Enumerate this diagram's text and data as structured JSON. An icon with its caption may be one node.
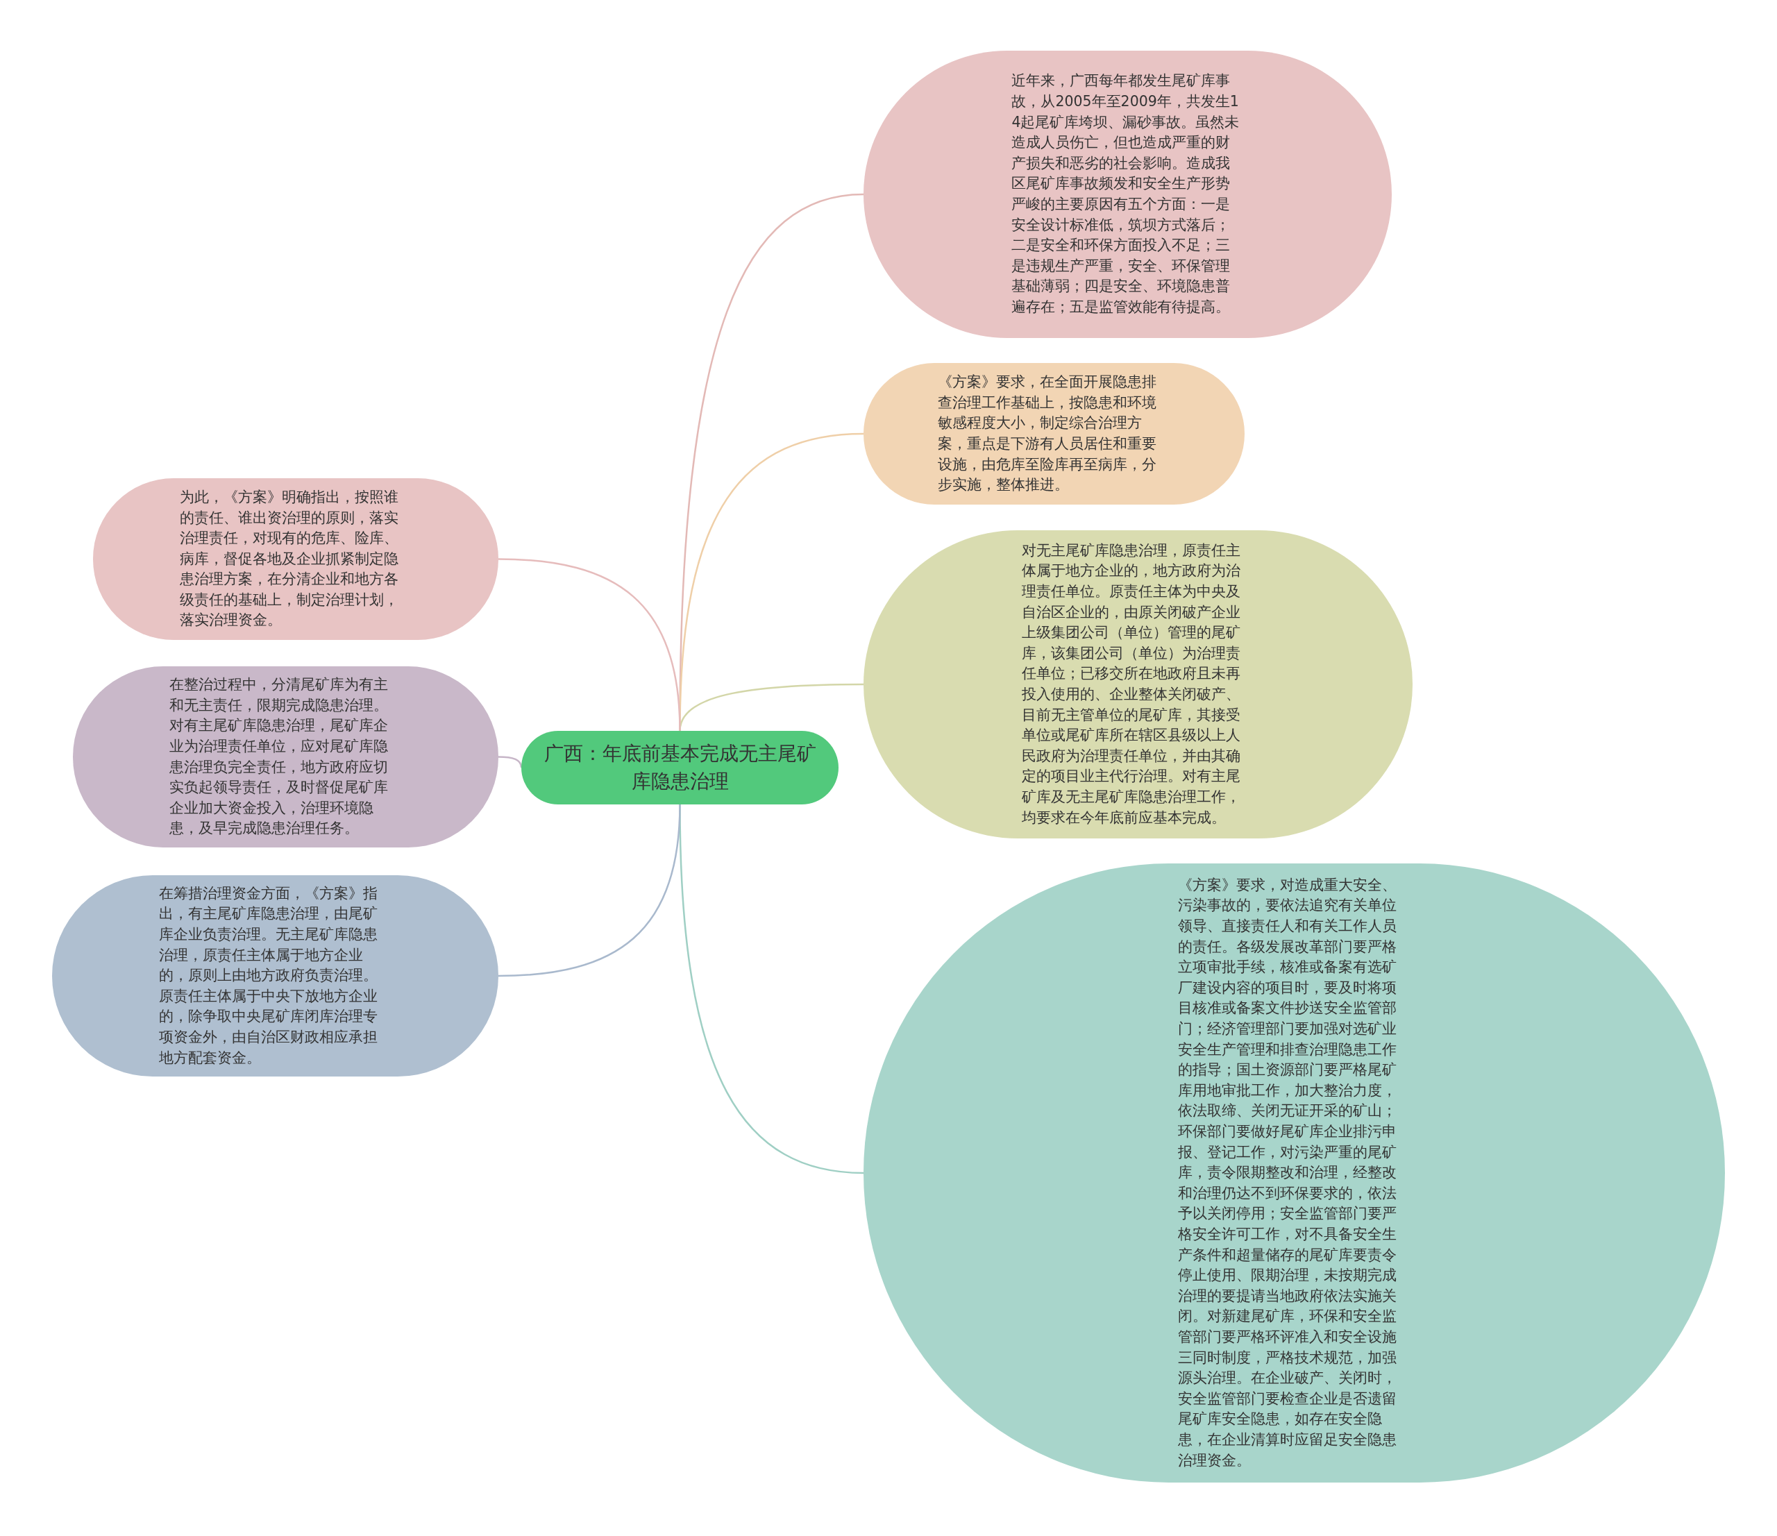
{
  "diagram": {
    "nodes": [
      {
        "text": [
          "广西：年底前基本完成无主尾矿库隐患治理"
        ]
      },
      {
        "text": [
          "近年来，广西每年都发生尾矿库事故，从2005年至2009年，共发生14起尾矿库垮坝、漏砂事故。虽然未造成人员伤亡，但也造成严重的财产损失和恶劣的社会影响。造成我区尾矿库事故频发和安全生产形势严峻的主要原因有五个方面：一是安全设计标准低，筑坝方式落后；二是安全和环保方面投入不足；三是违规生产严重，安全、环保管理基础薄弱；四是安全、环境隐患普遍存在；五是监管效能有待提高。"
        ]
      },
      {
        "text": [
          "《方案》要求，在全面开展隐患排查治理工作基础上，按隐患和环境敏感程度大小，制定综合治理方案，重点是下游有人员居住和重要设施，由危库至险库再至病库，分步实施，整体推进。"
        ]
      },
      {
        "text": [
          "对无主尾矿库隐患治理，原责任主体属于地方企业的，地方政府为治理责任单位。原责任主体为中央及自治区企业的，由原关闭破产企业上级集团公司（单位）管理的尾矿库，该集团公司（单位）为治理责任单位；已移交所在地政府且未再投入使用的、企业整体关闭破产、目前无主管单位的尾矿库，其接受单位或尾矿库所在辖区县级以上人民政府为治理责任单位，并由其确定的项目业主代行治理。对有主尾矿库及无主尾矿库隐患治理工作，均要求在今年底前应基本完成。"
        ]
      },
      {
        "text": [
          "《方案》要求，对造成重大安全、污染事故的，要依法追究有关单位领导、直接责任人和有关工作人员的责任。各级发展改革部门要严格立项审批手续，核准或备案有选矿厂建设内容的项目时，要及时将项目核准或备案文件抄送安全监管部门；经济管理部门要加强对选矿业安全生产管理和排查治理隐患工作的指导；国土资源部门要严格尾矿库用地审批工作，加大整治力度，依法取缔、关闭无证开采的矿山；环保部门要做好尾矿库企业排污申报、登记工作，对污染严重的尾矿库，责令限期整改和治理，经整改和治理仍达不到环保要求的，依法予以关闭停用；安全监管部门要严格安全许可工作，对不具备安全生产条件和超量储存的尾矿库要责令停止使用、限期治理，未按期完成治理的要提请当地政府依法实施关闭。对新建尾矿库，环保和安全监管部门要严格环评准入和安全设施三同时制度，严格技术规范，加强源头治理。在企业破产、关闭时，安全监管部门要检查企业是否遗留尾矿库安全隐患，如存在安全隐患，在企业清算时应留足安全隐患治理资金。"
        ]
      },
      {
        "text": [
          "为此，《方案》明确指出，按照谁的责任、谁出资治理的原则，落实治理责任，对现有的危库、险库、病库，督促各地及企业抓紧制定隐患治理方案，在分清企业和地方各级责任的基础上，制定治理计划，落实治理资金。"
        ]
      },
      {
        "text": [
          "在整治过程中，分清尾矿库为有主和无主责任，限期完成隐患治理。对有主尾矿库隐患治理，尾矿库企业为治理责任单位，应对尾矿库隐患治理负完全责任，地方政府应切实负起领导责任，及时督促尾矿库企业加大资金投入，治理环境隐患，及早完成隐患治理任务。"
        ]
      },
      {
        "text": [
          "在筹措治理资金方面，《方案》指出，有主尾矿库隐患治理，由尾矿库企业负责治理。无主尾矿库隐患治理，原责任主体属于地方企业的，原则上由地方政府负责治理。原责任主体属于中央下放地方企业的，除争取中央尾矿库闭库治理专项资金外，由自治区财政相应承担地方配套资金。"
        ]
      }
    ],
    "edges": [
      {
        "from": 0,
        "to": 1,
        "arrow": "none",
        "color": "#e3b9b6"
      },
      {
        "from": 0,
        "to": 2,
        "arrow": "none",
        "color": "#efcfa8"
      },
      {
        "from": 0,
        "to": 3,
        "arrow": "none",
        "color": "#d3d6a8"
      },
      {
        "from": 0,
        "to": 4,
        "arrow": "none",
        "color": "#9fcfc4"
      },
      {
        "from": 0,
        "to": 5,
        "arrow": "none",
        "color": "#e6bcbc"
      },
      {
        "from": 0,
        "to": 6,
        "arrow": "none",
        "color": "#c7b6c8"
      },
      {
        "from": 0,
        "to": 7,
        "arrow": "none",
        "color": "#a9b9cd"
      }
    ]
  }
}
